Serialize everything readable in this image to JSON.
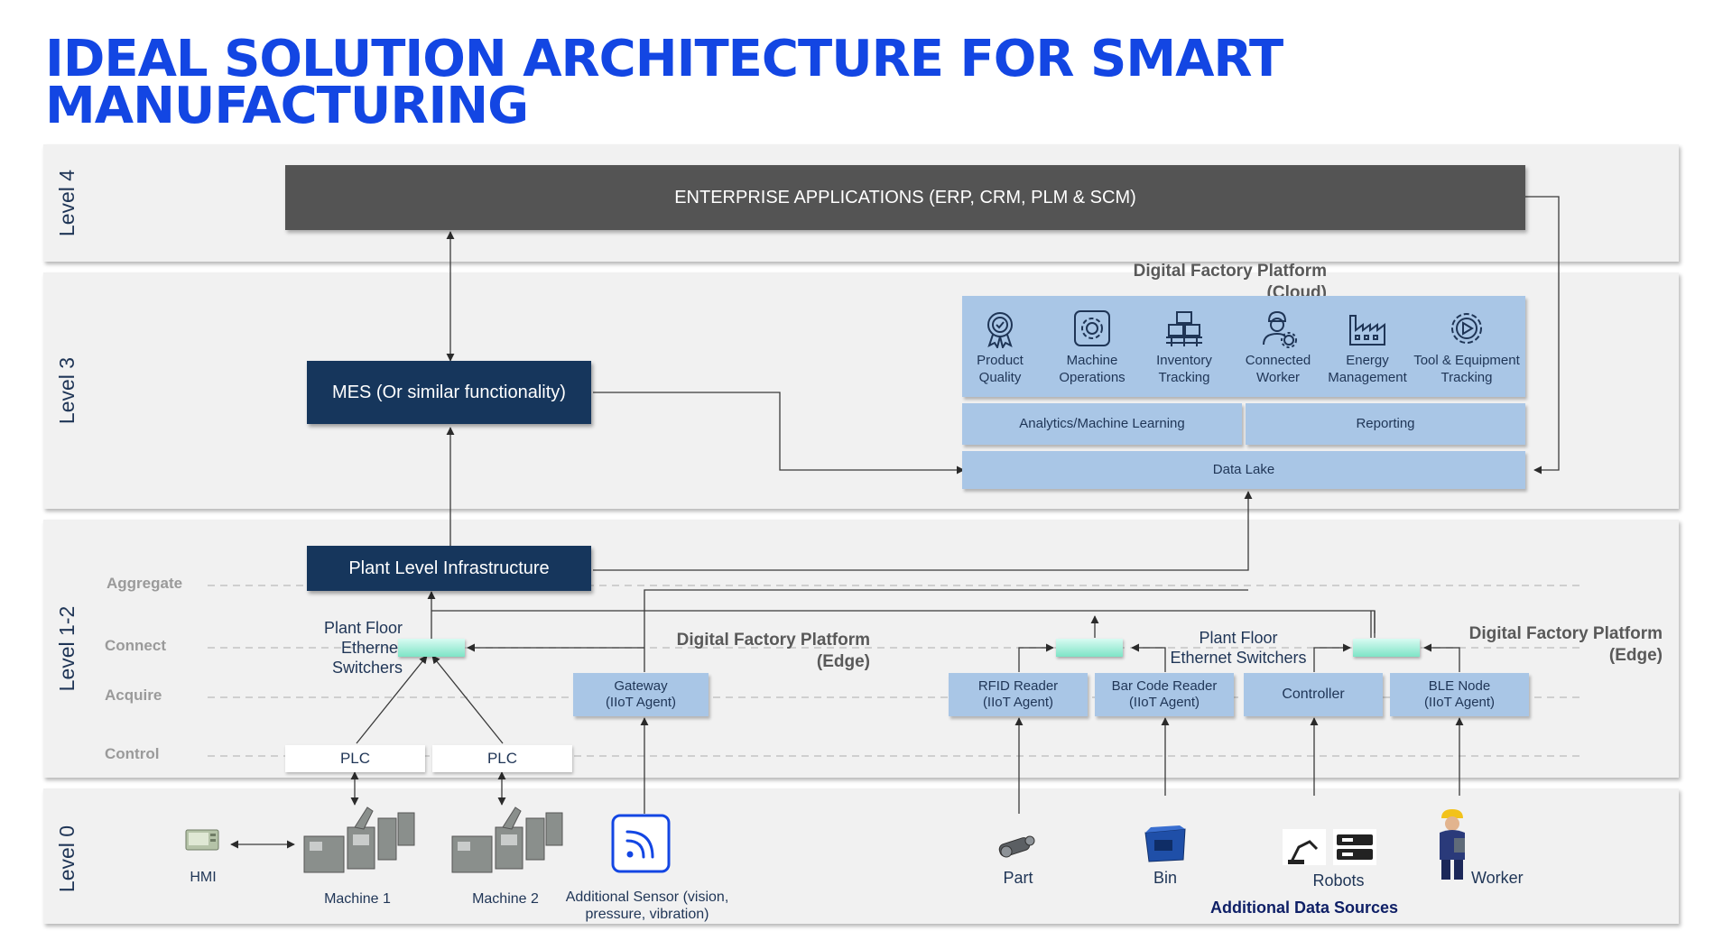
{
  "title": "IDEAL SOLUTION ARCHITECTURE FOR SMART MANUFACTURING",
  "levels": {
    "level4": "Level 4",
    "level3": "Level 3",
    "level12": "Level 1-2",
    "level0": "Level 0"
  },
  "tiers": {
    "aggregate": "Aggregate",
    "connect": "Connect",
    "acquire": "Acquire",
    "control": "Control"
  },
  "enterprise": "ENTERPRISE APPLICATIONS (ERP, CRM, PLM & SCM)",
  "mes": "MES (Or similar functionality)",
  "plant_infra": "Plant Level Infrastructure",
  "cloud": {
    "title_line1": "Digital Factory Platform",
    "title_line2": "(Cloud)",
    "apps": [
      {
        "label1": "Product",
        "label2": "Quality",
        "icon": "quality-badge-icon"
      },
      {
        "label1": "Machine",
        "label2": "Operations",
        "icon": "gear-screen-icon"
      },
      {
        "label1": "Inventory",
        "label2": "Tracking",
        "icon": "boxes-icon"
      },
      {
        "label1": "Connected",
        "label2": "Worker",
        "icon": "worker-gear-icon"
      },
      {
        "label1": "Energy",
        "label2": "Management",
        "icon": "factory-icon"
      },
      {
        "label1": "Tool & Equipment",
        "label2": "Tracking",
        "icon": "gear-play-icon"
      }
    ],
    "analytics": "Analytics/Machine Learning",
    "reporting": "Reporting",
    "data_lake": "Data Lake"
  },
  "edge": {
    "title_line1": "Digital Factory Platform",
    "title_line2": "(Edge)"
  },
  "plant_floor_left": {
    "line1": "Plant Floor",
    "line2": "Ethernet",
    "line3": "Switchers"
  },
  "plant_floor_right": {
    "line1": "Plant Floor",
    "line2": "Ethernet Switchers"
  },
  "devices": {
    "gateway": {
      "line1": "Gateway",
      "line2": "(IIoT Agent)"
    },
    "rfid": {
      "line1": "RFID Reader",
      "line2": "(IIoT Agent)"
    },
    "barcode": {
      "line1": "Bar Code Reader",
      "line2": "(IIoT Agent)"
    },
    "controller": "Controller",
    "ble": {
      "line1": "BLE Node",
      "line2": "(IIoT Agent)"
    }
  },
  "plc1": "PLC",
  "plc2": "PLC",
  "level0": {
    "hmi": "HMI",
    "machine1": "Machine 1",
    "machine2": "Machine 2",
    "sensor_line1": "Additional Sensor (vision,",
    "sensor_line2": "pressure, vibration)",
    "part": "Part",
    "bin": "Bin",
    "robots": "Robots",
    "worker": "Worker",
    "additional_sources": "Additional Data Sources"
  },
  "colors": {
    "title": "#1346e3",
    "navy": "#16365c",
    "dark": "#545454",
    "light_blue": "#a9c6e6",
    "switch": "#7ee4c6"
  }
}
